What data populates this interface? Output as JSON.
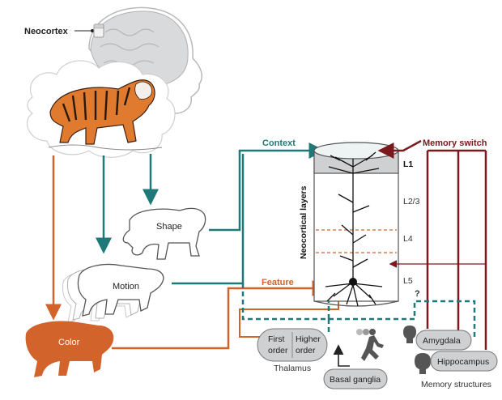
{
  "labels": {
    "neocortex": "Neocortex",
    "context": "Context",
    "memory_switch": "Memory switch",
    "shape": "Shape",
    "motion": "Motion",
    "feature": "Feature",
    "color": "Color",
    "neocortical_layers": "Neocortical layers",
    "question_mark": "?",
    "thalamus": "Thalamus",
    "first_order_line1": "First",
    "first_order_line2": "order",
    "higher_order_line1": "Higher",
    "higher_order_line2": "order",
    "basal_ganglia": "Basal ganglia",
    "amygdala": "Amygdala",
    "hippocampus": "Hippocampus",
    "memory_structures": "Memory structures"
  },
  "layers": [
    "L1",
    "L2/3",
    "L4",
    "L5"
  ],
  "colors": {
    "context_teal": "#1e7a78",
    "feature_orange": "#d2632a",
    "memory_darkred": "#7a1a1e",
    "thalamus_gray": "#cfd0d1",
    "brain_gray": "#d9dadb",
    "text_dark": "#333333"
  },
  "icons": {
    "tiger": "tiger-illustration",
    "brain": "brain-head-silhouette",
    "neuron": "pyramidal-neuron",
    "runner": "running-person-icon",
    "alert": "exclamation-head-icon",
    "memory": "question-head-icon"
  }
}
